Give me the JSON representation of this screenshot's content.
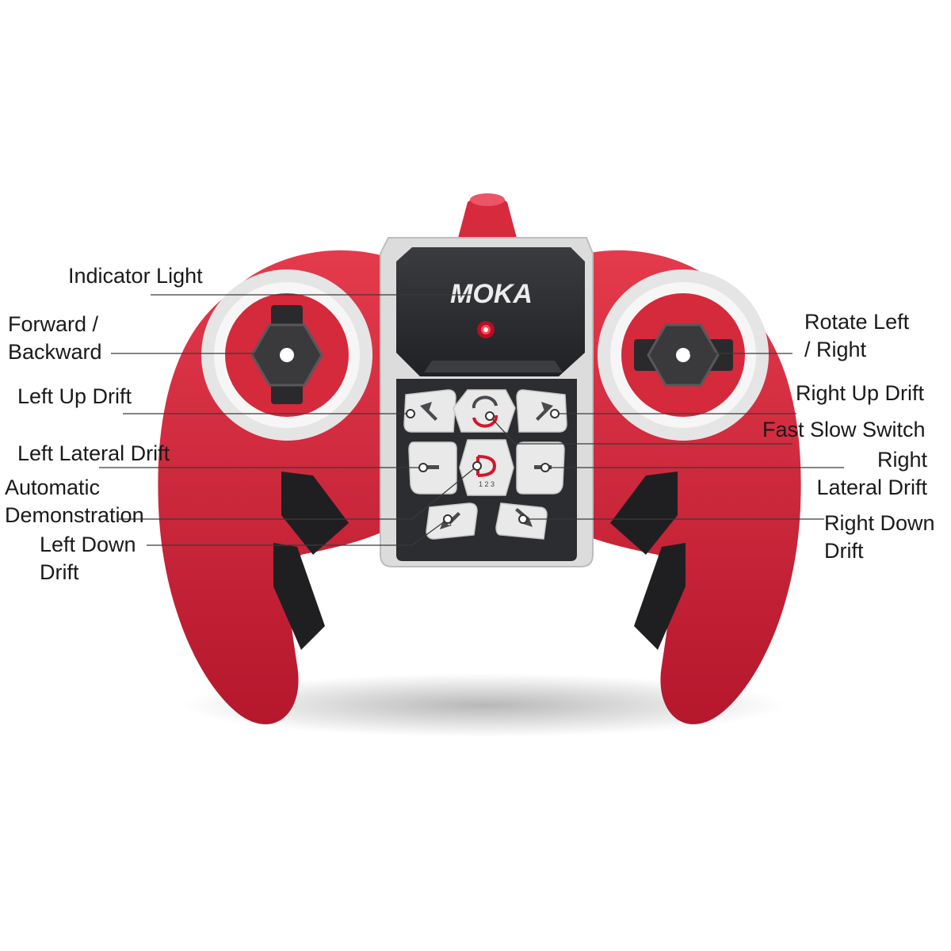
{
  "device": {
    "brand_logo": "MOKA",
    "keypad_mode_digits": "1 2 3",
    "colors": {
      "body": "#d92b3e",
      "body_shadow": "#a8152a",
      "panel": "#2b2d30",
      "bezel": "#dedede",
      "key": "#e9e9e9",
      "accent": "#d3172b"
    }
  },
  "callouts": {
    "indicator_light": "Indicator Light",
    "forward_backward": [
      "Forward /",
      "Backward"
    ],
    "rotate_left_right": [
      "Rotate Left",
      "/ Right"
    ],
    "left_up_drift": "Left Up Drift",
    "right_up_drift": "Right Up Drift",
    "fast_slow_switch": "Fast Slow Switch",
    "left_lateral_drift": "Left Lateral Drift",
    "right_lateral_drift": [
      "Right",
      "Lateral Drift"
    ],
    "automatic_demonstration": [
      "Automatic",
      "Demonstration"
    ],
    "left_down_drift": [
      "Left Down",
      "Drift"
    ],
    "right_down_drift": [
      "Right Down",
      "Drift"
    ]
  }
}
